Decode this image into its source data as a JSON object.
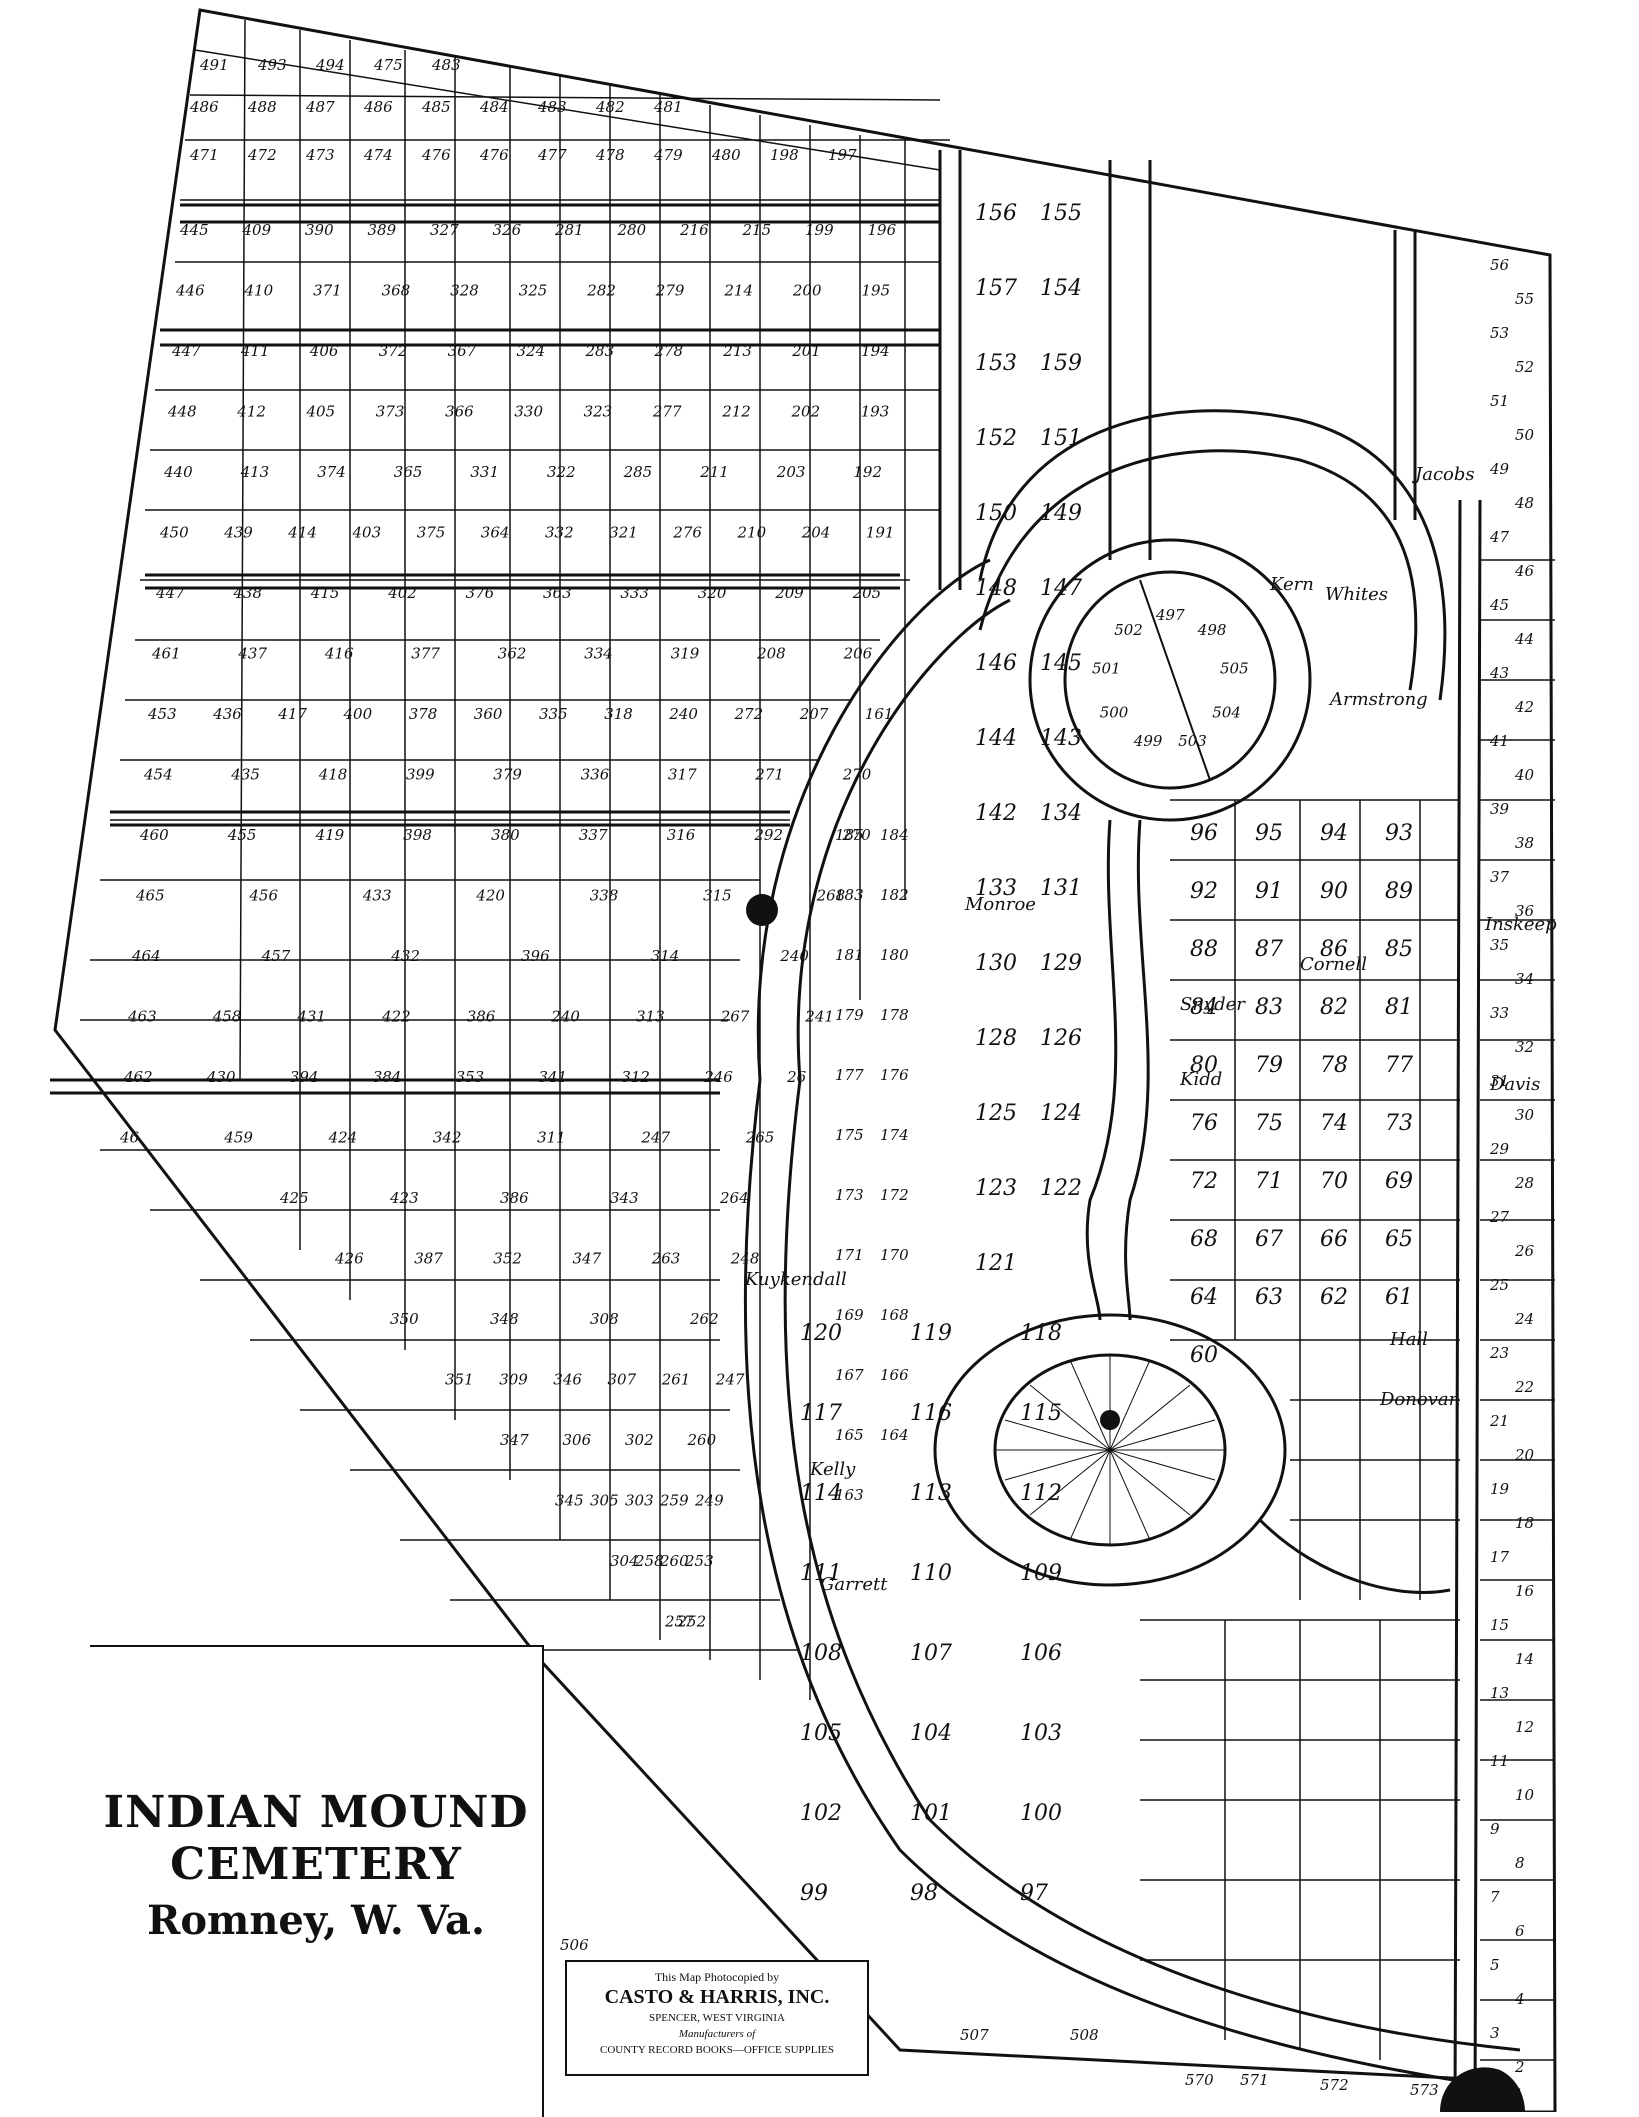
{
  "title": {
    "line1": "INDIAN MOUND",
    "line2": "CEMETERY",
    "line3": "Romney, W. Va."
  },
  "credit": {
    "line1": "This Map Photocopied by",
    "line2": "CASTO & HARRIS, INC.",
    "line3": "SPENCER, WEST VIRGINIA",
    "line4": "Manufacturers of",
    "line5": "COUNTY RECORD BOOKS—OFFICE SUPPLIES"
  },
  "plots": {
    "top_row_1": [
      "491",
      "493",
      "494",
      "475",
      "483"
    ],
    "top_row_2": [
      "486",
      "488",
      "487",
      "486",
      "485",
      "484",
      "483",
      "482",
      "481"
    ],
    "top_row_3": [
      "471",
      "472",
      "473",
      "474",
      "476",
      "476",
      "477",
      "478",
      "479",
      "480",
      "198",
      "197"
    ],
    "block_rows": [
      [
        "445",
        "409",
        "390",
        "389",
        "327",
        "326",
        "281",
        "280",
        "216",
        "215",
        "199",
        "196"
      ],
      [
        "446",
        "410",
        "371",
        "368",
        "328",
        "325",
        "282",
        "279",
        "214",
        "200",
        "195"
      ],
      [
        "447",
        "411",
        "406",
        "372",
        "367",
        "324",
        "283",
        "278",
        "213",
        "201",
        "194"
      ],
      [
        "448",
        "412",
        "405",
        "373",
        "366",
        "330",
        "323",
        "277",
        "212",
        "202",
        "193"
      ],
      [
        "440",
        "413",
        "374",
        "365",
        "331",
        "322",
        "285",
        "211",
        "203",
        "192"
      ],
      [
        "450",
        "439",
        "414",
        "403",
        "375",
        "364",
        "332",
        "321",
        "276",
        "210",
        "204",
        "191"
      ],
      [
        "447",
        "438",
        "415",
        "402",
        "376",
        "363",
        "333",
        "320",
        "209",
        "205"
      ],
      [
        "461",
        "437",
        "416",
        "377",
        "362",
        "334",
        "319",
        "208",
        "206"
      ],
      [
        "453",
        "436",
        "417",
        "400",
        "378",
        "360",
        "335",
        "318",
        "240",
        "272",
        "207",
        "161"
      ],
      [
        "454",
        "435",
        "418",
        "399",
        "379",
        "336",
        "317",
        "271",
        "270"
      ],
      [
        "460",
        "455",
        "419",
        "398",
        "380",
        "337",
        "316",
        "292",
        "270"
      ],
      [
        "465",
        "456",
        "433",
        "420",
        "338",
        "315",
        "268"
      ],
      [
        "464",
        "457",
        "432",
        "396",
        "314",
        "240"
      ],
      [
        "463",
        "458",
        "431",
        "422",
        "386",
        "240",
        "313",
        "267",
        "241"
      ],
      [
        "462",
        "430",
        "394",
        "384",
        "353",
        "341",
        "312",
        "246",
        "26"
      ],
      [
        "46",
        "459",
        "424",
        "342",
        "311",
        "247",
        "265"
      ],
      [
        "425",
        "423",
        "386",
        "343",
        "264"
      ],
      [
        "426",
        "387",
        "352",
        "347",
        "263",
        "248"
      ],
      [
        "350",
        "348",
        "308",
        "262"
      ],
      [
        "351",
        "309",
        "346",
        "307",
        "261",
        "247"
      ],
      [
        "347",
        "306",
        "302",
        "260"
      ],
      [
        "345",
        "305",
        "303",
        "259",
        "249"
      ],
      [
        "304",
        "258",
        "260",
        "253"
      ],
      [
        "257",
        "252"
      ]
    ],
    "middle_col": [
      "156",
      "155",
      "157",
      "154",
      "153",
      "159",
      "152",
      "151",
      "150",
      "149",
      "148",
      "147",
      "146",
      "145",
      "144",
      "143",
      "142",
      "134",
      "133",
      "131",
      "130",
      "129",
      "128",
      "126",
      "125",
      "124",
      "123",
      "122",
      "121"
    ],
    "circle_inner": [
      "497",
      "498",
      "505",
      "504",
      "503",
      "499",
      "500",
      "501",
      "502"
    ],
    "left_arc": [
      "185",
      "184",
      "183",
      "182",
      "181",
      "180",
      "179",
      "178",
      "177",
      "176",
      "175",
      "174",
      "173",
      "172",
      "171",
      "170",
      "169",
      "168",
      "167",
      "166",
      "165",
      "164",
      "163"
    ],
    "lower_left_arc": [
      "120",
      "119",
      "118",
      "117",
      "116",
      "115",
      "114",
      "113",
      "112",
      "111",
      "110",
      "109",
      "108",
      "107",
      "106",
      "105",
      "104",
      "103",
      "102",
      "101",
      "100",
      "99",
      "98",
      "97"
    ],
    "right_blocks": [
      "56",
      "55",
      "53",
      "52",
      "51",
      "50",
      "49",
      "48",
      "47",
      "46",
      "45",
      "44",
      "43",
      "42",
      "41",
      "40",
      "39",
      "38",
      "37",
      "36",
      "35",
      "34",
      "33",
      "32",
      "31",
      "30",
      "29",
      "28",
      "27",
      "26",
      "25",
      "24",
      "23",
      "22",
      "21",
      "20",
      "19",
      "18",
      "17",
      "16",
      "15",
      "14",
      "13",
      "12",
      "11",
      "10",
      "9",
      "8",
      "7",
      "6",
      "5",
      "4",
      "3",
      "2",
      "1"
    ],
    "middle_blocks": [
      "96",
      "95",
      "94",
      "93",
      "92",
      "91",
      "90",
      "89",
      "88",
      "87",
      "86",
      "85",
      "84",
      "83",
      "82",
      "81",
      "80",
      "79",
      "78",
      "77",
      "76",
      "75",
      "74",
      "73",
      "72",
      "71",
      "70",
      "69",
      "68",
      "67",
      "66",
      "65",
      "64",
      "63",
      "62",
      "61",
      "60"
    ],
    "bottom_row": [
      "506",
      "507",
      "508",
      "570",
      "571",
      "572",
      "573"
    ]
  },
  "family_names": [
    "Davis",
    "Jacobs",
    "Snyder",
    "Cornell",
    "Armstrong",
    "Whites",
    "Kidd",
    "Kuykendall",
    "Garrett",
    "Monroe",
    "Inskeep",
    "Donovan",
    "Hall",
    "Kern",
    "Kelly"
  ]
}
